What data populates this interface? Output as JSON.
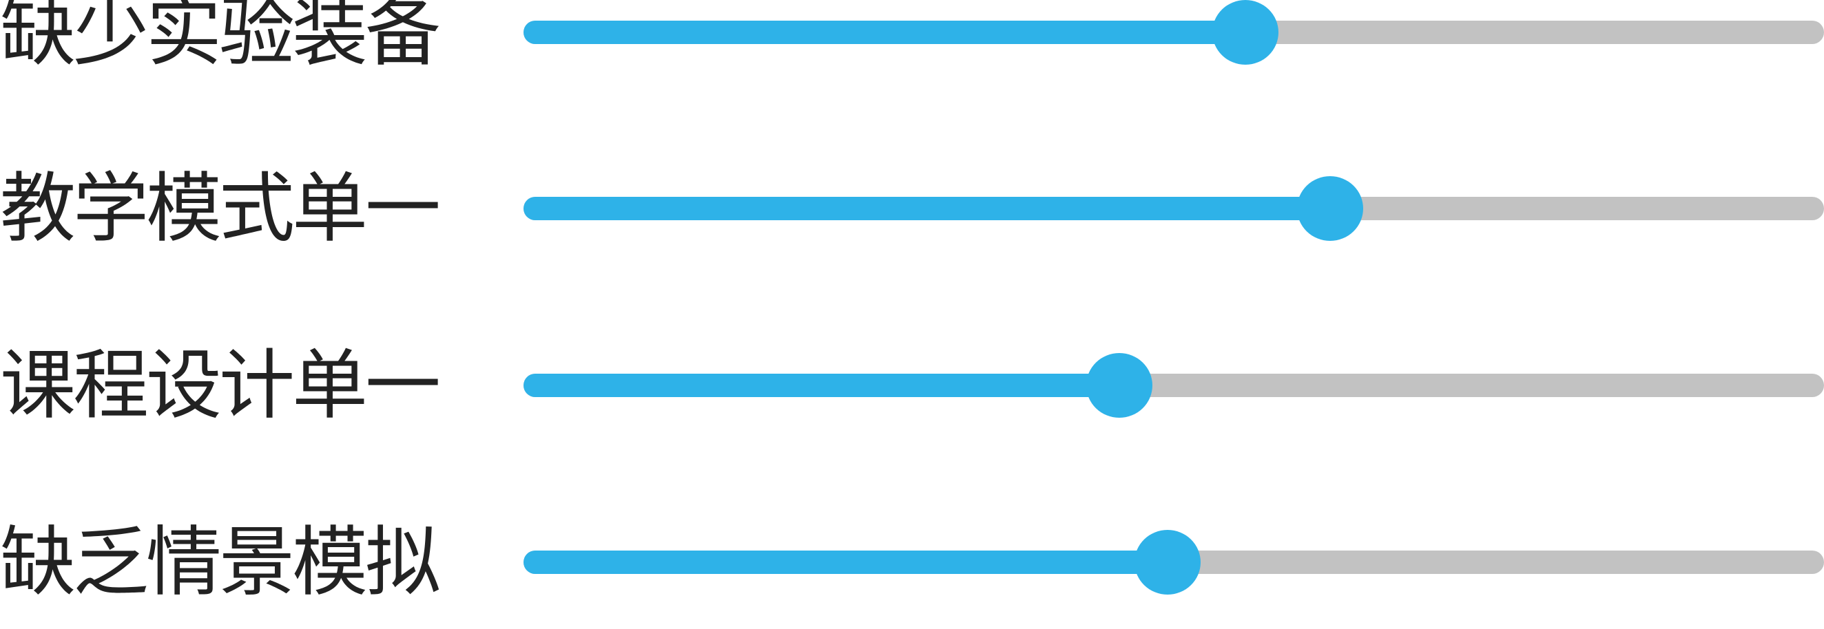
{
  "colors": {
    "accent": "#2eb2e8",
    "track": "#c2c2c2",
    "label": "#222222"
  },
  "sliders": [
    {
      "label": "缺少实验装备",
      "value": 0.555
    },
    {
      "label": "教学模式单一",
      "value": 0.62
    },
    {
      "label": "课程设计单一",
      "value": 0.458
    },
    {
      "label": "缺乏情景模拟",
      "value": 0.495
    }
  ]
}
